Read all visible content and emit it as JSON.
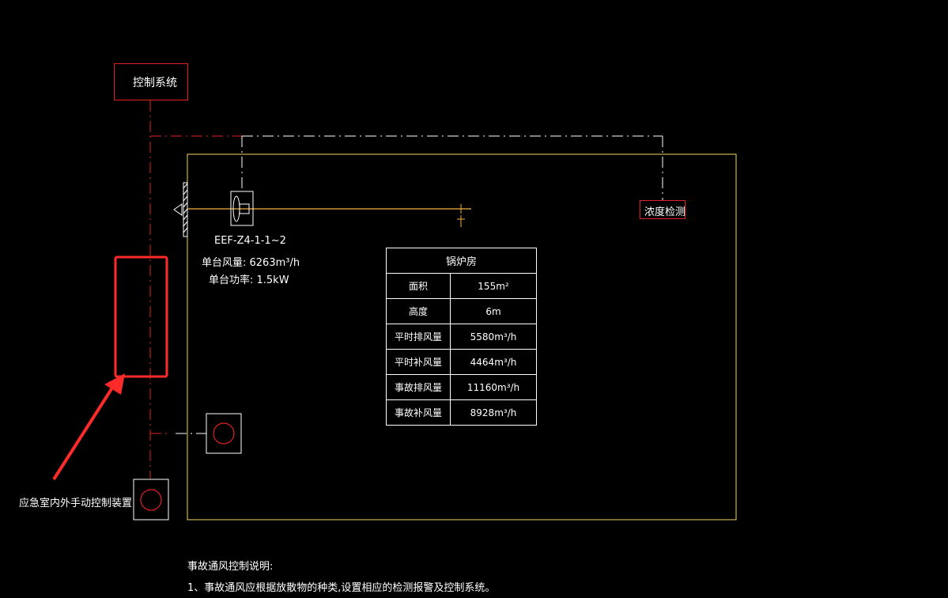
{
  "control_system": "控制系统",
  "concentration_detection": "浓度检测",
  "fan": {
    "model": "EEF-Z4-1-1~2",
    "airflow": "单台风量: 6263m³/h",
    "power": "单台功率: 1.5kW"
  },
  "room_table": {
    "title": "锅炉房",
    "rows": [
      {
        "key": "面积",
        "value": "155m²"
      },
      {
        "key": "高度",
        "value": "6m"
      },
      {
        "key": "平时排风量",
        "value": "5580m³/h"
      },
      {
        "key": "平时补风量",
        "value": "4464m³/h"
      },
      {
        "key": "事故排风量",
        "value": "11160m³/h"
      },
      {
        "key": "事故补风量",
        "value": "8928m³/h"
      }
    ]
  },
  "device_label": "应急室内外手动控制装置",
  "notes": {
    "title": "事故通风控制说明:",
    "items": [
      "1、事故通风应根据放散物的种类,设置相应的检测报警及控制系统。"
    ]
  },
  "colors": {
    "background": "#000000",
    "room_outline": "#f5d36b",
    "control_line": "#e02020",
    "annotation": "#ff2a2a",
    "duct": "#f0b040"
  }
}
